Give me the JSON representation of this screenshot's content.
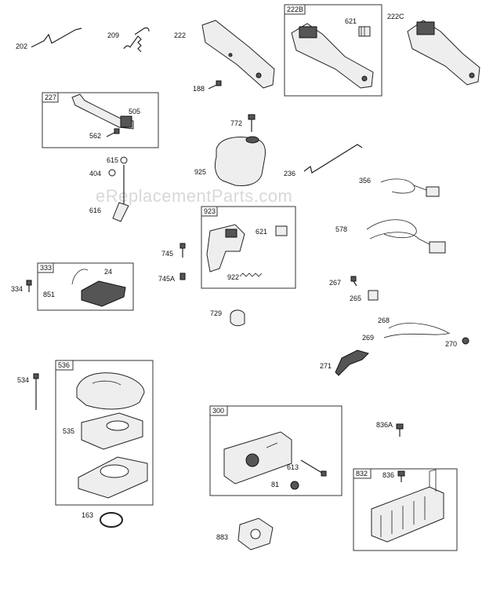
{
  "watermark": "eReplacementParts.com",
  "labels": {
    "p202": "202",
    "p209": "209",
    "p222": "222",
    "p188": "188",
    "p222B": "222B",
    "p621a": "621",
    "p222C": "222C",
    "p227": "227",
    "p505": "505",
    "p562": "562",
    "p772": "772",
    "p925": "925",
    "p236": "236",
    "p615": "615",
    "p404": "404",
    "p616": "616",
    "p356": "356",
    "p578": "578",
    "p923": "923",
    "p621b": "621",
    "p922": "922",
    "p745": "745",
    "p745A": "745A",
    "p333": "333",
    "p24": "24",
    "p334": "334",
    "p851": "851",
    "p267": "267",
    "p265": "265",
    "p729": "729",
    "p268": "268",
    "p269": "269",
    "p270": "270",
    "p271": "271",
    "p534": "534",
    "p536": "536",
    "p535": "535",
    "p163": "163",
    "p300": "300",
    "p613": "613",
    "p81": "81",
    "p883": "883",
    "p836A": "836A",
    "p832": "832",
    "p836": "836"
  }
}
